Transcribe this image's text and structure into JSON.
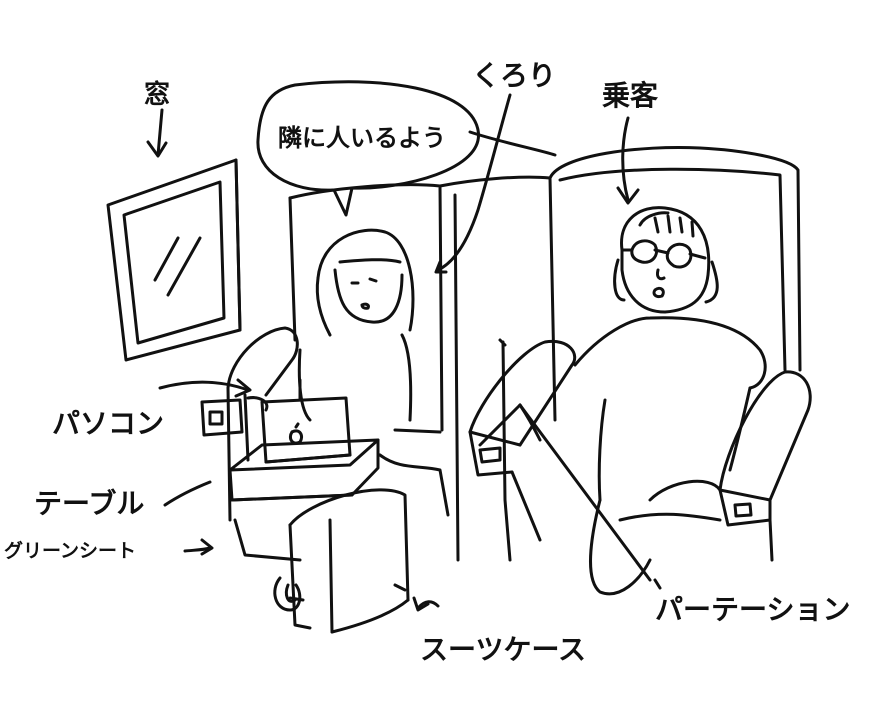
{
  "labels": {
    "window": "窓",
    "kurori": "くろり",
    "passenger": "乗客",
    "speech": "隣に人いるよう",
    "pc": "パソコン",
    "table": "テーブル",
    "green_seat": "グリーンシート",
    "partition": "パーテーション",
    "suitcase": "スーツケース"
  },
  "colors": {
    "ink": "#111111",
    "paper": "#ffffff"
  }
}
